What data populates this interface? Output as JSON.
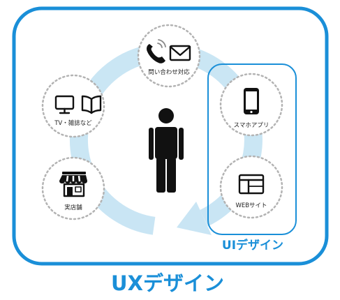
{
  "diagram": {
    "ux_label": "UXデザイン",
    "ui_label": "UIデザイン",
    "center_figure": "person-icon",
    "touchpoints": [
      {
        "label": "問い合わせ対応",
        "icons": [
          "phone-icon",
          "mail-icon"
        ]
      },
      {
        "label": "TV・雑誌など",
        "icons": [
          "tv-icon",
          "book-icon"
        ]
      },
      {
        "label": "実店舗",
        "icons": [
          "shop-icon"
        ]
      },
      {
        "label": "スマホアプリ",
        "icons": [
          "smartphone-icon"
        ]
      },
      {
        "label": "WEBサイト",
        "icons": [
          "browser-window-icon"
        ]
      }
    ]
  },
  "colors": {
    "accent": "#1a8fd8",
    "cycle_arrow": "#c4e3f3",
    "dashed_border": "#b3b3b3",
    "icon": "#111111"
  }
}
